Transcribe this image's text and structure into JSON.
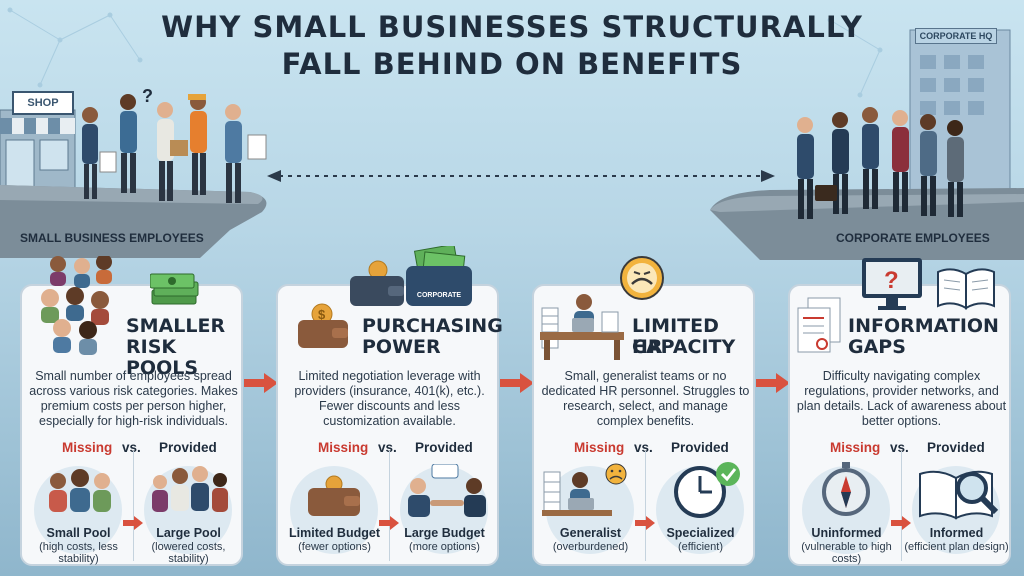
{
  "title": {
    "line1": "WHY SMALL BUSINESSES STRUCTURALLY",
    "line2": "FALL BEHIND ON BENEFITS"
  },
  "scene": {
    "shop_sign": "SHOP",
    "hq_sign": "CORPORATE HQ",
    "left_label": "SMALL BUSINESS EMPLOYEES",
    "right_label": "CORPORATE EMPLOYEES"
  },
  "panels": [
    {
      "title_l1": "SMALLER",
      "title_l2": "RISK POOLS",
      "desc": "Small number of employees spread across various risk categories. Makes premium costs per person higher, especially for high-risk individuals.",
      "missing": "Missing",
      "vs": "vs.",
      "provided": "Provided",
      "left_label": "Small Pool",
      "left_sub": "(high costs, less stability)",
      "right_label": "Large Pool",
      "right_sub": "(lowered costs, stability)"
    },
    {
      "title_l1": "PURCHASING",
      "title_l2": "POWER",
      "wallet_label": "CORPORATE",
      "desc": "Limited negotiation leverage with providers (insurance, 401(k), etc.). Fewer discounts and less customization available.",
      "missing": "Missing",
      "vs": "vs.",
      "provided": "Provided",
      "left_label": "Limited Budget",
      "left_sub": "(fewer options)",
      "right_label": "Large Budget",
      "right_sub": "(more options)"
    },
    {
      "title_l1": "LIMITED HR",
      "title_l2": "CAPACITY",
      "desc": "Small, generalist teams or no dedicated HR personnel. Struggles to research, select, and manage complex benefits.",
      "missing": "Missing",
      "vs": "vs.",
      "provided": "Provided",
      "left_label": "Generalist",
      "left_sub": "(overburdened)",
      "right_label": "Specialized",
      "right_sub": "(efficient)"
    },
    {
      "title_l1": "INFORMATION",
      "title_l2": "GAPS",
      "desc": "Difficulty navigating complex regulations, provider networks, and plan details. Lack of awareness about better options.",
      "missing": "Missing",
      "vs": "vs.",
      "provided": "Provided",
      "left_label": "Uninformed",
      "left_sub": "(vulnerable to high costs)",
      "right_label": "Informed",
      "right_sub": "(efficient plan design)"
    }
  ],
  "colors": {
    "missing": "#c93a30",
    "arrow": "#d9523f",
    "panel_bg": "#f6f8fa",
    "title": "#1f2d3d"
  }
}
